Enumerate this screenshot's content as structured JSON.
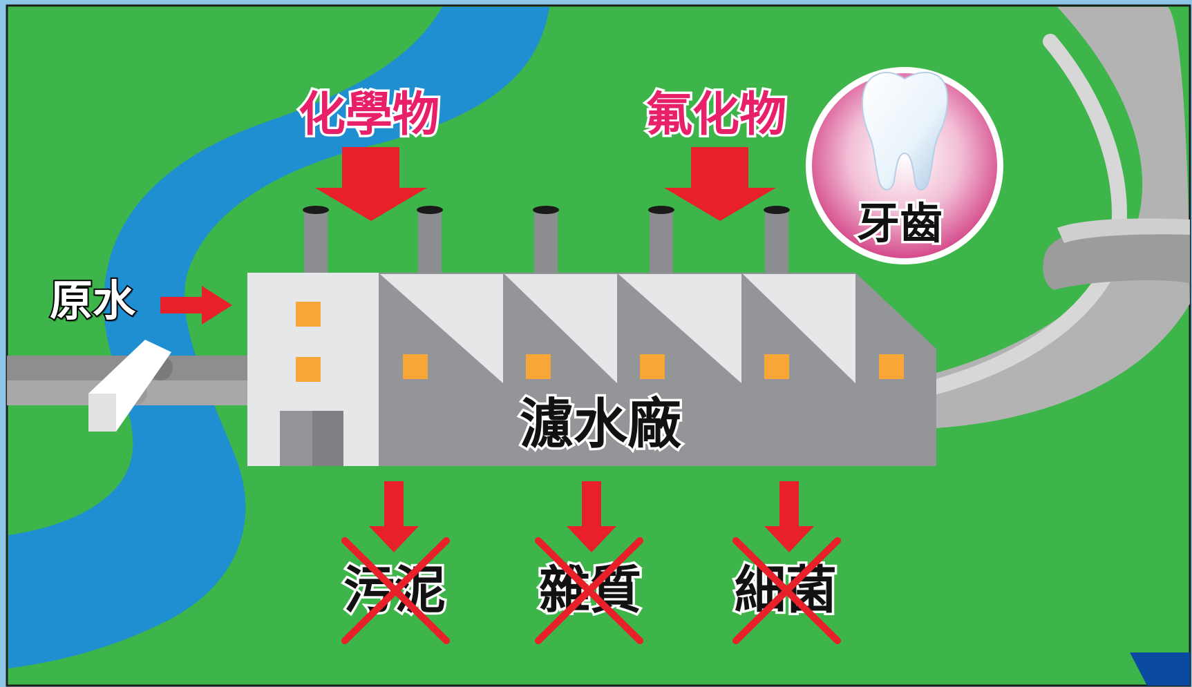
{
  "inputs": {
    "raw_water": "原水",
    "chemicals": "化學物",
    "fluoride": "氟化物"
  },
  "plant": {
    "label": "濾水廠"
  },
  "tooth": {
    "label": "牙齒"
  },
  "removed": {
    "items": [
      "污泥",
      "雜質",
      "細菌"
    ]
  },
  "colors": {
    "grass": "#3db54a",
    "river": "#1f8fd1",
    "arrow": "#e8202a",
    "accent_text": "#e8206a",
    "window": "#f7a637",
    "building_light": "#e6e7e8",
    "building_dark": "#939598",
    "chimney": "#8c8d90",
    "pipe": "#b9b9b9"
  },
  "icons": [
    "tooth-icon",
    "cross-out-icon",
    "arrow-right-icon",
    "arrow-down-icon",
    "factory-icon",
    "river-icon",
    "pipe-icon"
  ]
}
